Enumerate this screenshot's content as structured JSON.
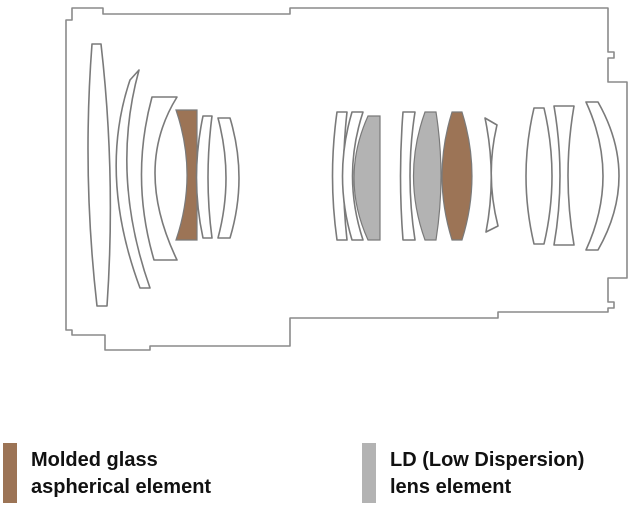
{
  "colors": {
    "molded_aspherical": "#9c7456",
    "low_dispersion": "#b3b3b3",
    "outline": "#8a8a8a"
  },
  "legend": [
    {
      "name": "molded-glass-aspherical",
      "line1": "Molded glass",
      "line2": "aspherical element",
      "color": "#9c7456"
    },
    {
      "name": "low-dispersion",
      "line1": "LD (Low Dispersion)",
      "line2": "lens element",
      "color": "#b3b3b3"
    }
  ]
}
